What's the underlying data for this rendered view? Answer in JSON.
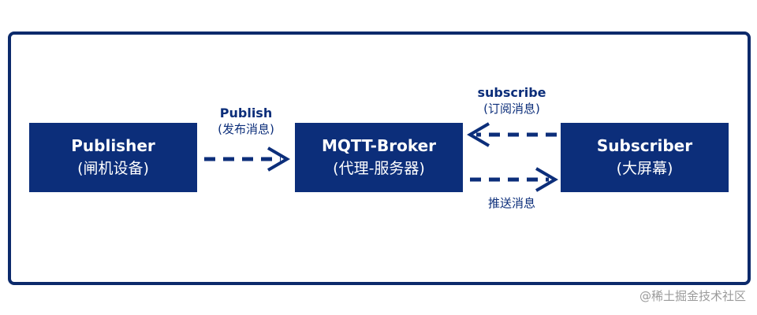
{
  "nodes": {
    "publisher": {
      "title": "Publisher",
      "subtitle": "(闸机设备)"
    },
    "broker": {
      "title": "MQTT-Broker",
      "subtitle": "(代理-服务器)"
    },
    "subscriber": {
      "title": "Subscriber",
      "subtitle": "(大屏幕)"
    }
  },
  "edges": {
    "publish": {
      "label": "Publish",
      "sublabel": "(发布消息)"
    },
    "subscribe": {
      "label": "subscribe",
      "sublabel": "(订阅消息)"
    },
    "push": {
      "label": "推送消息"
    }
  },
  "watermark": "@稀土掘金技术社区",
  "colors": {
    "node_fill": "#0c2e7a",
    "frame_border": "#0c2a6b",
    "arrow": "#0c2e7a",
    "watermark": "#9a9a9a"
  }
}
